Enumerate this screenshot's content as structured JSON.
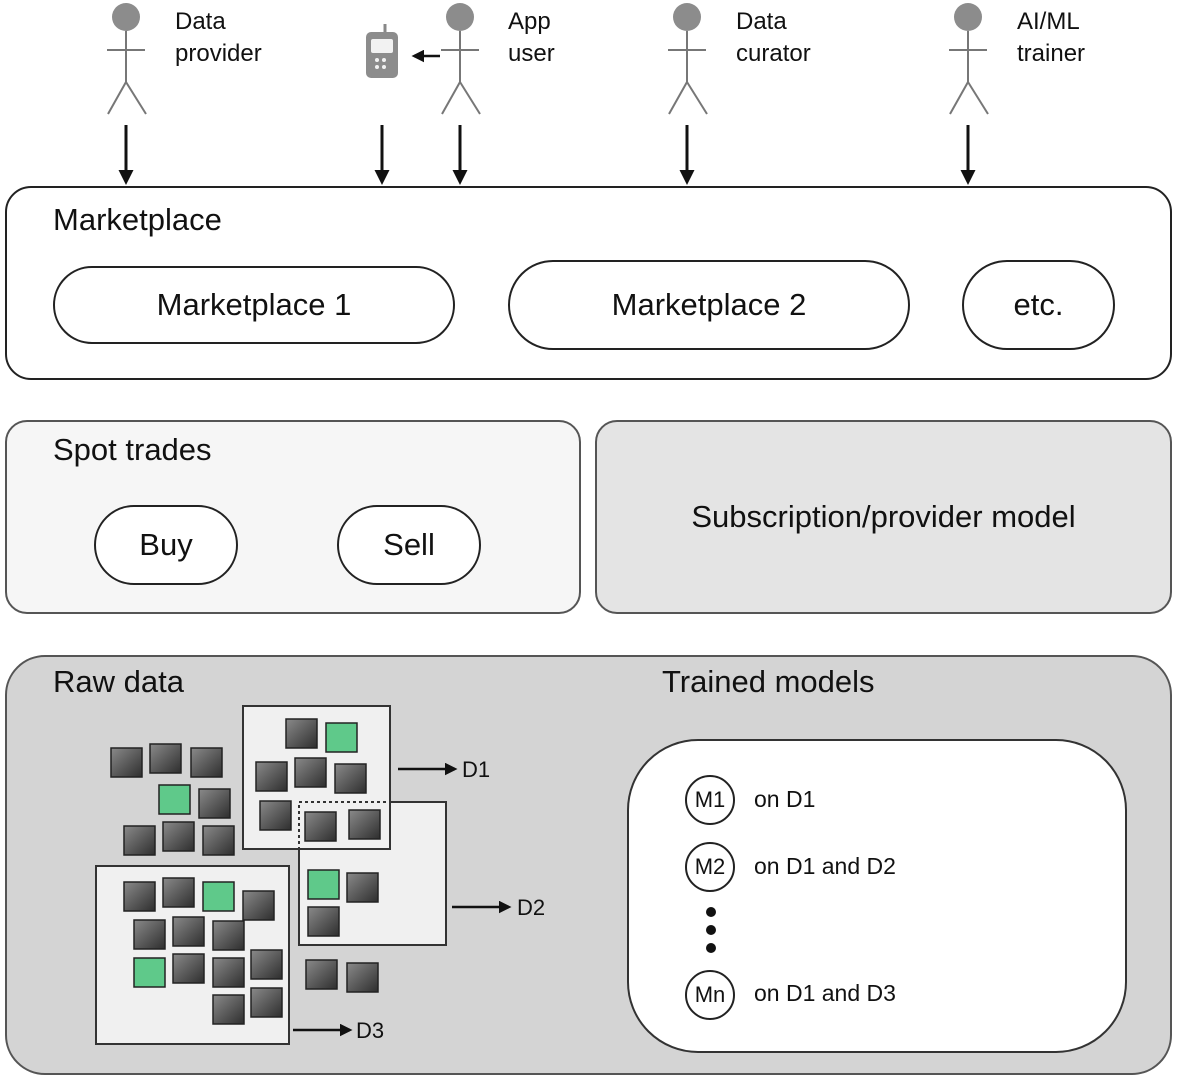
{
  "actors": [
    {
      "label_line1": "Data",
      "label_line2": "provider"
    },
    {
      "label_line1": "App",
      "label_line2": "user"
    },
    {
      "label_line1": "Data",
      "label_line2": "curator"
    },
    {
      "label_line1": "AI/ML",
      "label_line2": "trainer"
    }
  ],
  "marketplace": {
    "title": "Marketplace",
    "items": [
      "Marketplace 1",
      "Marketplace 2",
      "etc."
    ]
  },
  "spot_trades": {
    "title": "Spot trades",
    "buy": "Buy",
    "sell": "Sell"
  },
  "subscription": {
    "label": "Subscription/provider model"
  },
  "raw_data": {
    "title": "Raw data",
    "datasets": [
      "D1",
      "D2",
      "D3"
    ]
  },
  "trained_models": {
    "title": "Trained models",
    "models": [
      {
        "id": "M1",
        "desc": "on D1"
      },
      {
        "id": "M2",
        "desc": "on D1 and D2"
      },
      {
        "id": "Mn",
        "desc": "on D1 and D3"
      }
    ]
  },
  "colors": {
    "person_gray": "#8c8c8c",
    "block_dark": "#555555",
    "block_green": "#5fc98a",
    "panel_gray": "#d4d4d4",
    "panel_light": "#f5f5f5"
  },
  "icons": [
    "person-icon",
    "mobile-phone-icon",
    "arrow-down-icon",
    "arrow-right-icon"
  ]
}
